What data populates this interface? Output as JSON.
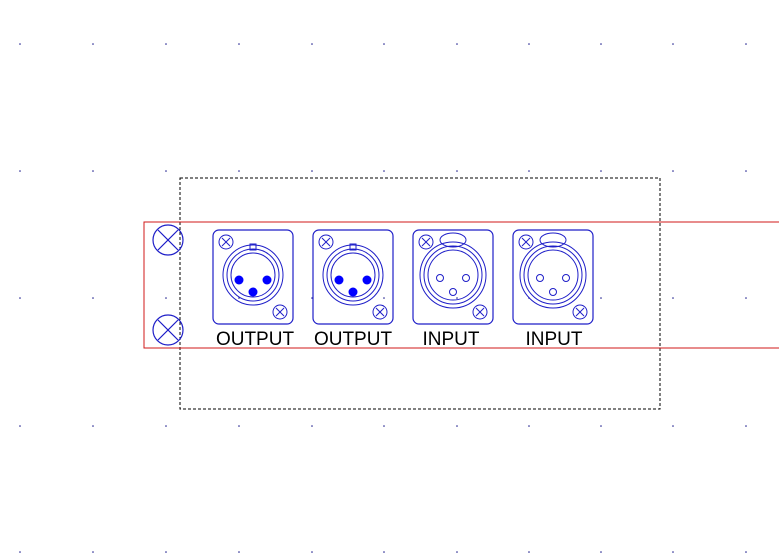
{
  "colors": {
    "background": "#ffffff",
    "grid_dot": "#1c1c8c",
    "connector_stroke": "#1e1ec8",
    "pin_fill": "#0000ff",
    "panel_outline": "#d01818",
    "selection_outline": "#000000",
    "label_text": "#000000"
  },
  "connectors": [
    {
      "type": "xlr-female",
      "label": "OUTPUT"
    },
    {
      "type": "xlr-female",
      "label": "OUTPUT"
    },
    {
      "type": "xlr-male",
      "label": "INPUT"
    },
    {
      "type": "xlr-male",
      "label": "INPUT"
    }
  ]
}
